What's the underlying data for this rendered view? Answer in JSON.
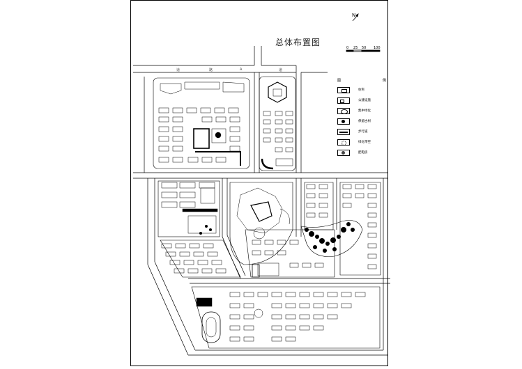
{
  "title": "总体布置图",
  "north_label": "N",
  "scale_labels": [
    "0",
    "25",
    "50",
    "100"
  ],
  "legend": {
    "title": [
      "图",
      "例"
    ],
    "items": [
      {
        "label": "住宅",
        "icon": "housing-symbol-icon"
      },
      {
        "label": "公建设施",
        "icon": "public-facility-symbol-icon"
      },
      {
        "label": "集中绿化",
        "icon": "central-green-symbol-icon"
      },
      {
        "label": "保留古树",
        "icon": "preserved-tree-symbol-icon"
      },
      {
        "label": "步行道",
        "icon": "walkway-symbol-icon"
      },
      {
        "label": "绿化带空",
        "icon": "green-belt-symbol-icon"
      },
      {
        "label": "配电房",
        "icon": "power-room-symbol-icon"
      }
    ]
  },
  "road_labels": [
    "道",
    "路",
    "A",
    "道"
  ]
}
